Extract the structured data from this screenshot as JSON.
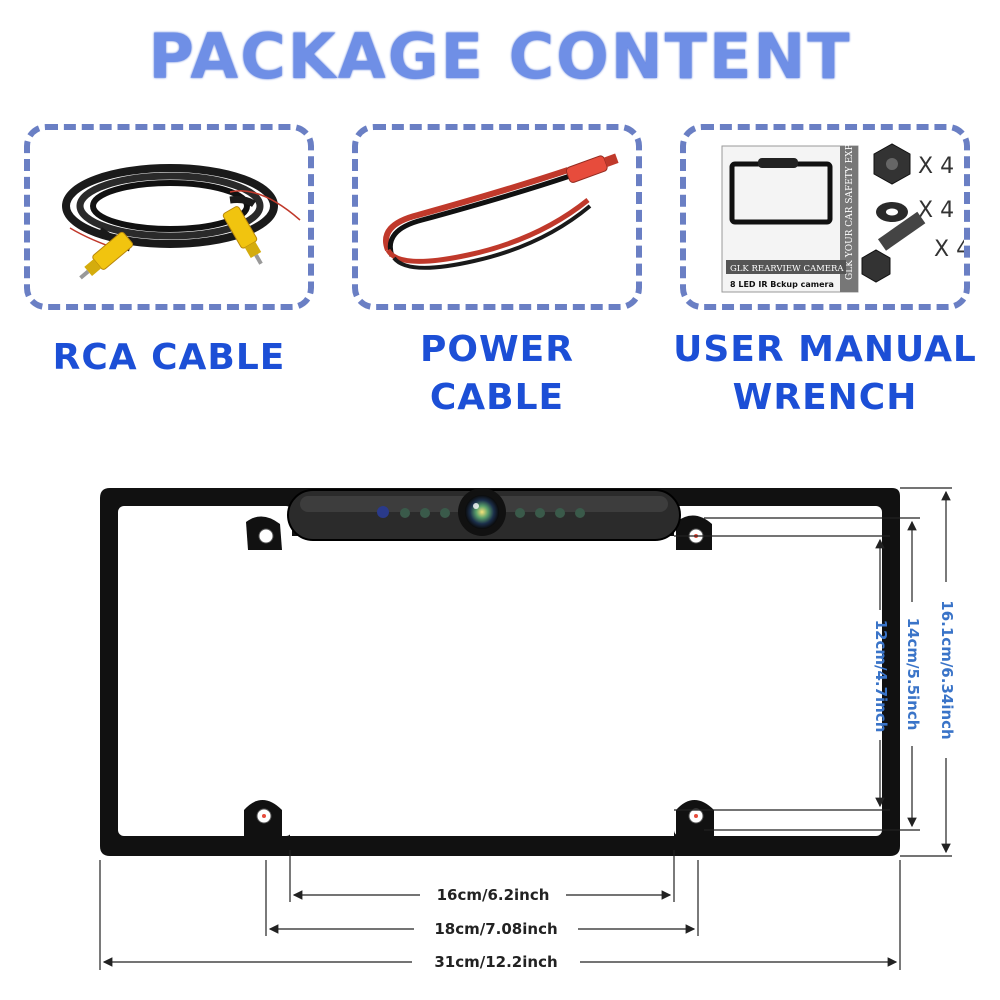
{
  "title": "PACKAGE CONTENT",
  "items": [
    {
      "caption": "RCA CABLE"
    },
    {
      "caption_line1": "POWER",
      "caption_line2": "CABLE"
    },
    {
      "caption_line1": "USER MANUAL",
      "caption_line2": "WRENCH"
    }
  ],
  "manual": {
    "side_text": "GLK YOUR CAR SAFETY EXPERT",
    "label": "GLK REARVIEW CAMERA",
    "sub_label": "8 LED IR Bckup camera"
  },
  "hardware": {
    "nut_qty": "X 4",
    "washer_qty": "X 4",
    "bolt_qty": "X 4"
  },
  "dimensions": {
    "inner_width": "16cm/6.2inch",
    "hole_width": "18cm/7.08inch",
    "total_width": "31cm/12.2inch",
    "inner_height": "12cm/4.7inch",
    "hole_height": "14cm/5.5inch",
    "total_height": "16.1cm/6.34inch"
  },
  "colors": {
    "title": "#6f8fe6",
    "caption": "#1c4fd6",
    "box_border": "#6a7fc4",
    "dimension_text": "#3a74c8"
  }
}
